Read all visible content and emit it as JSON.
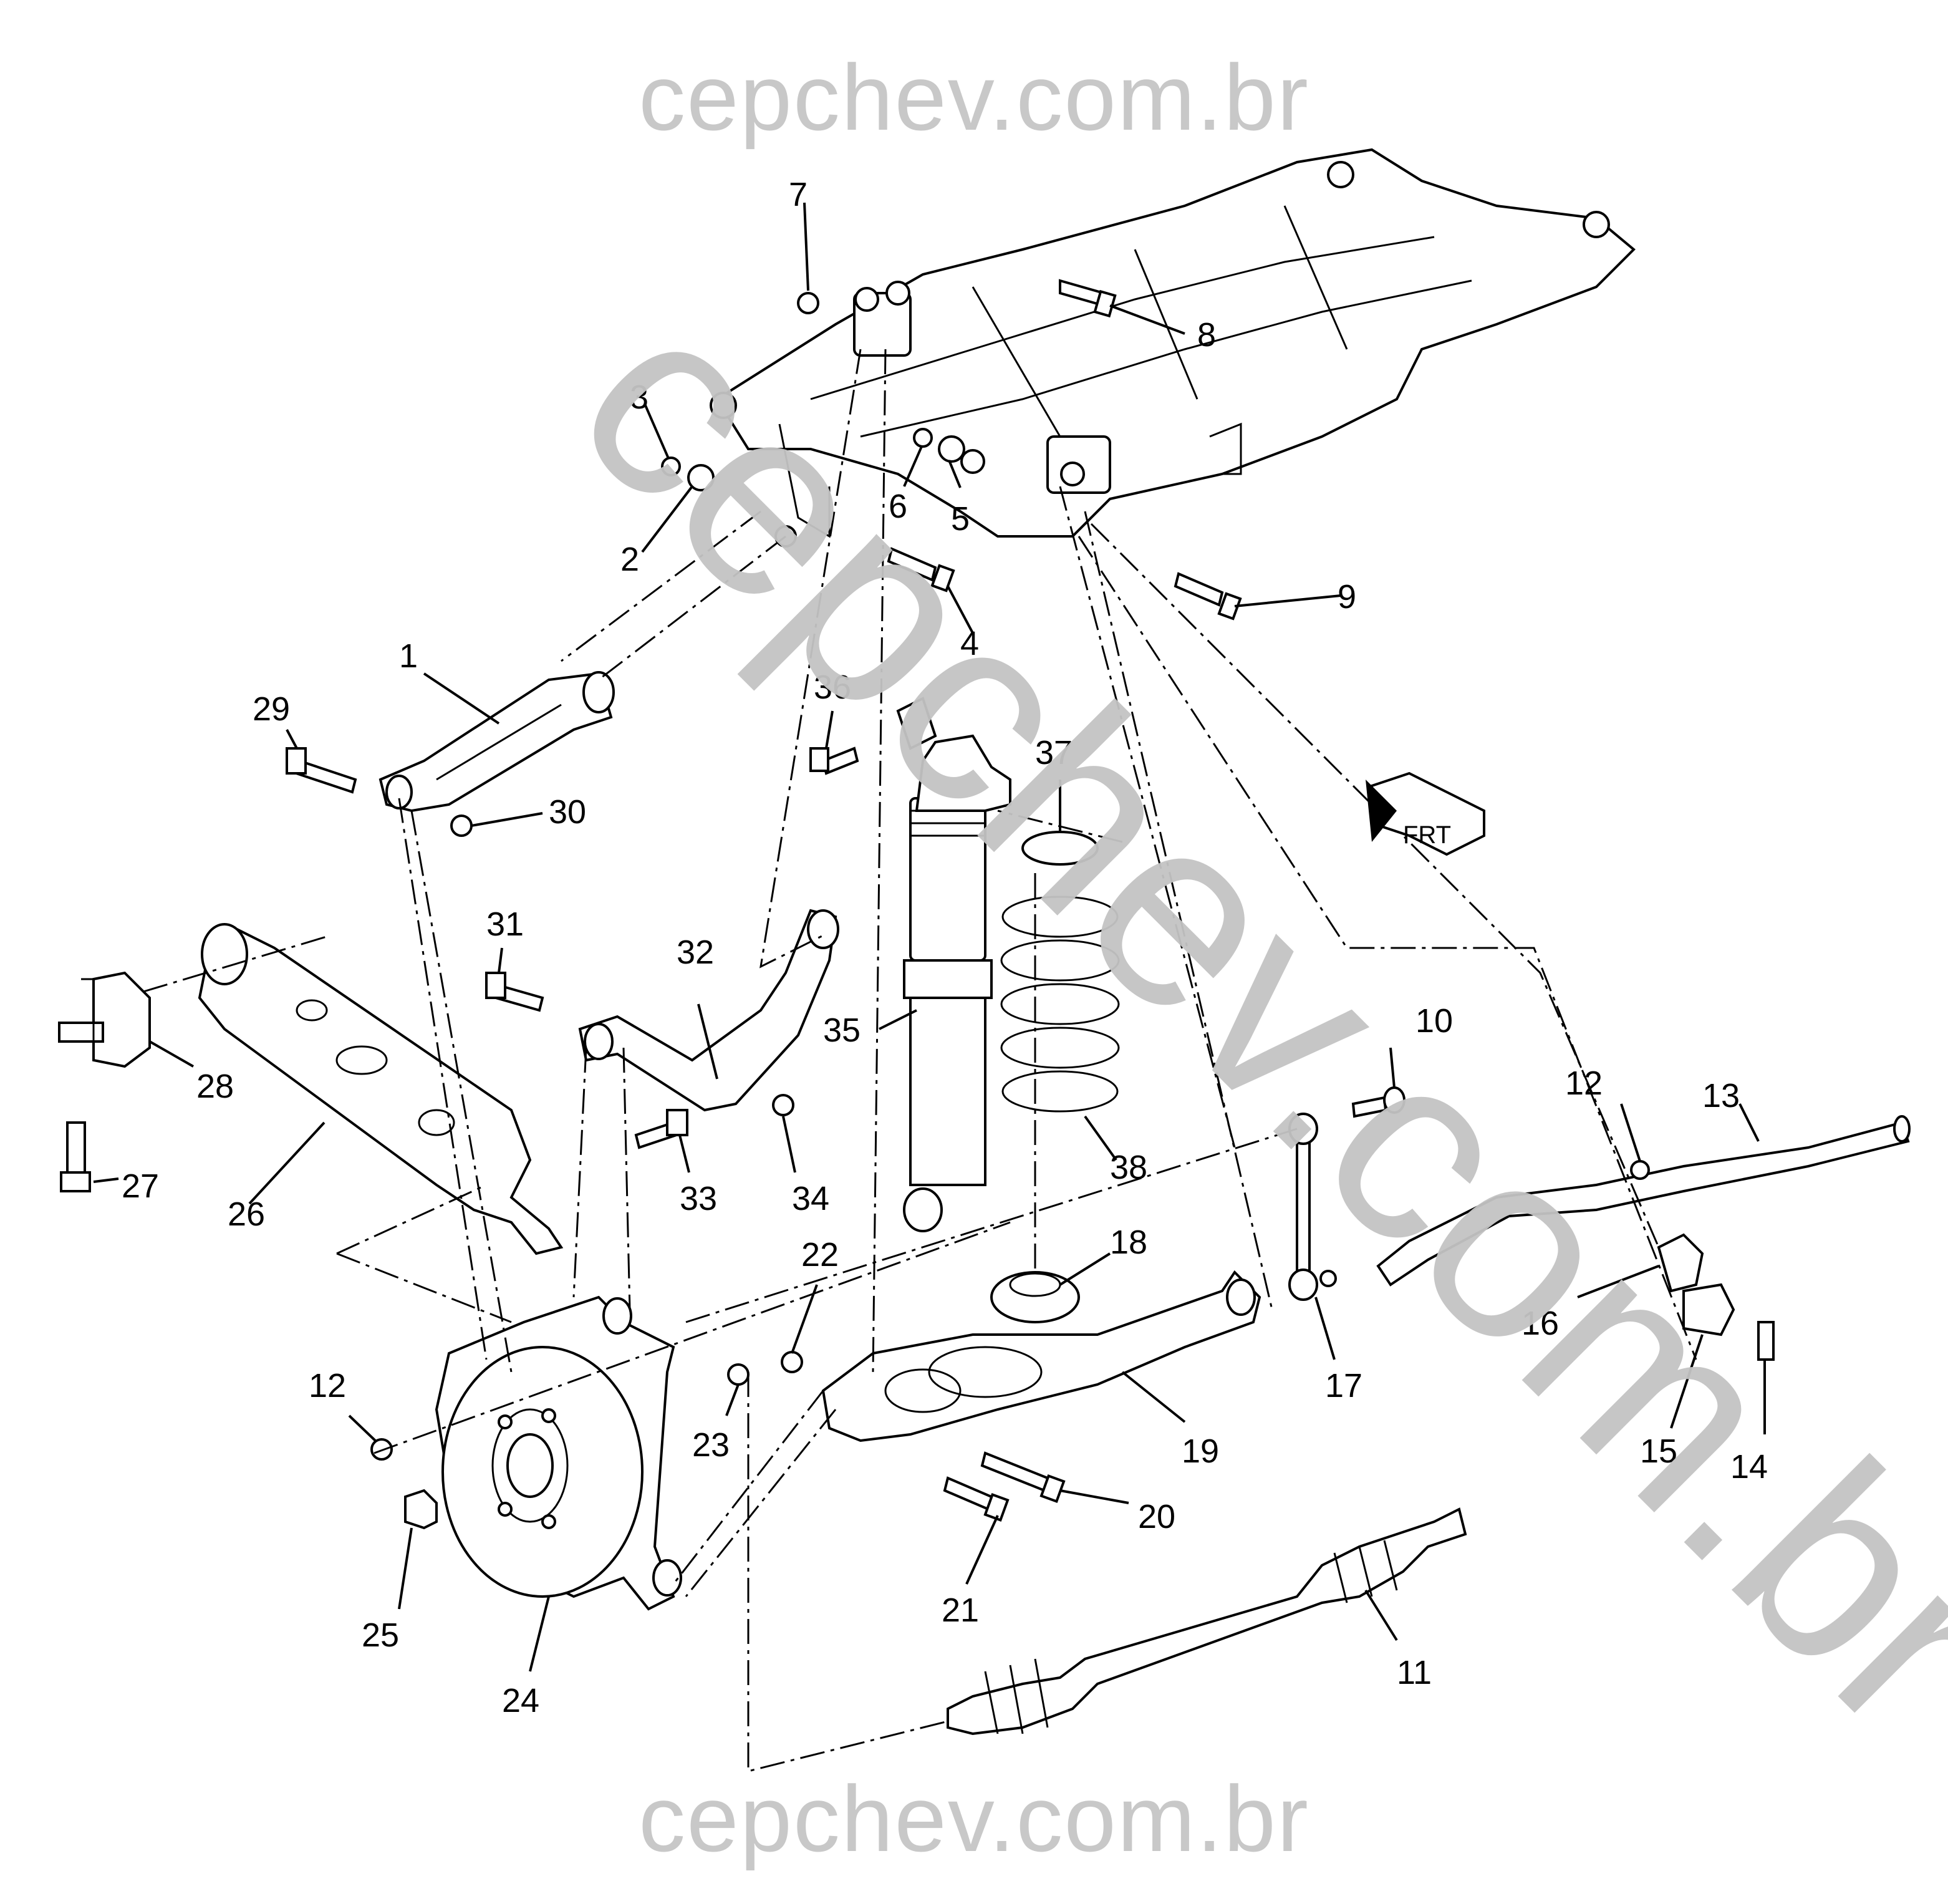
{
  "watermark": {
    "top": "cepchev.com.br",
    "bottom": "cepchev.com.br",
    "diagonal": "cepchev.com.br"
  },
  "orientation_badge": "FRT",
  "callouts": {
    "c1": "1",
    "c2": "2",
    "c3": "3",
    "c4": "4",
    "c5": "5",
    "c6": "6",
    "c7": "7",
    "c8": "8",
    "c9": "9",
    "c10": "10",
    "c11": "11",
    "c12a": "12",
    "c12b": "12",
    "c13": "13",
    "c14": "14",
    "c15": "15",
    "c16": "16",
    "c17": "17",
    "c18": "18",
    "c19": "19",
    "c20": "20",
    "c21": "21",
    "c22": "22",
    "c23": "23",
    "c24": "24",
    "c25": "25",
    "c26": "26",
    "c27": "27",
    "c28": "28",
    "c29": "29",
    "c30": "30",
    "c31": "31",
    "c32": "32",
    "c33": "33",
    "c34": "34",
    "c35": "35",
    "c36": "36",
    "c37": "37",
    "c38": "38"
  }
}
